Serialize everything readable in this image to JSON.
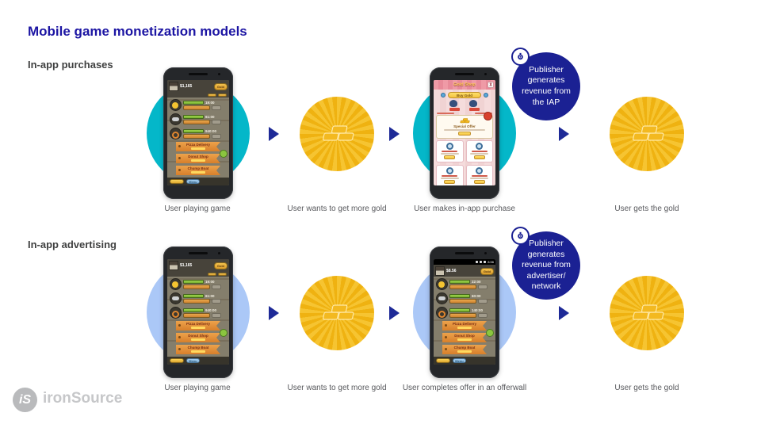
{
  "slide": {
    "title": "Mobile game monetization models",
    "logo_mark": "iS",
    "logo_text": "ironSource"
  },
  "rows": [
    {
      "label": "In-app purchases",
      "badge_text": "Publisher generates revenue from the IAP",
      "captions": [
        "User playing game",
        "User wants to get more gold",
        "User makes in-app purchase",
        "User gets the gold"
      ]
    },
    {
      "label": "In-app advertising",
      "badge_text": "Publisher generates revenue from advertiser/ network",
      "captions": [
        "User playing game",
        "User wants to get more gold",
        "User completes offer in an offerwall",
        "User gets the gold"
      ]
    }
  ],
  "game_screen": {
    "money": "$1,165",
    "gold_button": "Gold",
    "resources": [
      {
        "value": "19:00"
      },
      {
        "value": "61:00"
      },
      {
        "value": "940:00"
      }
    ],
    "ribbons": [
      {
        "label": "Pizza Delivery"
      },
      {
        "label": "Donut Shop"
      },
      {
        "label": "Chump Boat"
      }
    ],
    "menu_button": "Menu"
  },
  "shop_screen": {
    "header": "Gold Shop",
    "close": "X",
    "buy_button": "Buy Gold",
    "offer_title": "Special Offer"
  },
  "offerwall_screen": {
    "status_time": "8:56",
    "money": "$8.56",
    "resources": [
      {
        "value": "22:00"
      },
      {
        "value": "60:00"
      },
      {
        "value": "140:00"
      }
    ]
  },
  "colors": {
    "title_blue": "#1c15a3",
    "badge_navy": "#1b2193",
    "arrow_navy": "#1e2a97",
    "teal_circle": "#04b7c9",
    "light_blue_circle": "#abc8f7",
    "gold": "#efb211",
    "gold_ray": "#f6c431",
    "caption_gray": "#57585c",
    "logo_gray": "#c6c7c9"
  }
}
